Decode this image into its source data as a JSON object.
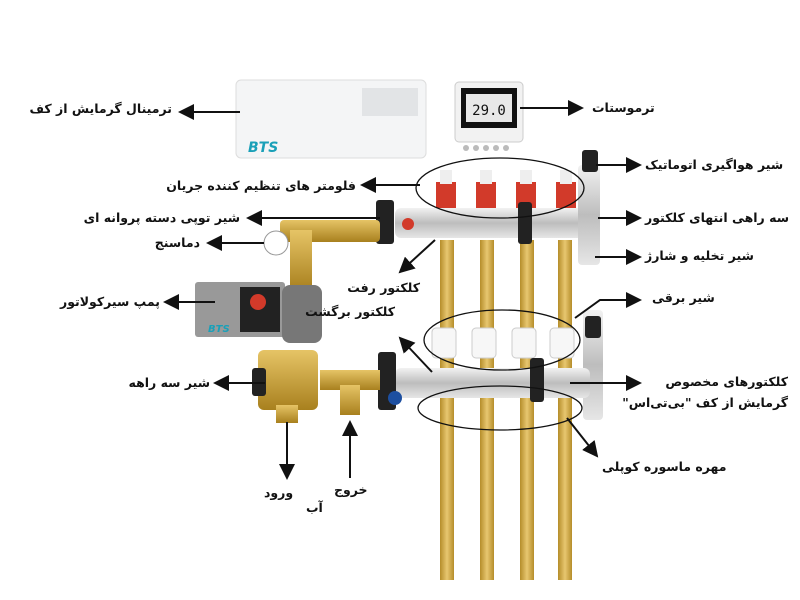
{
  "labels": {
    "terminal": "ترمینال گرمایش از کف",
    "thermostat": "ترموستات",
    "flowmeters": "فلومتر های تنظیم کننده جریان",
    "ball_valve": "شیر توپی دسته پروانه ای",
    "thermometer": "دماسنج",
    "pump": "پمپ سیرکولاتور",
    "three_way_valve": "شیر سه راهه",
    "supply_collector": "کلکتور رفت",
    "return_collector": "کلکتور برگشت",
    "air_vent": "شیر هواگیری اتوماتیک",
    "end_tee": "سه راهی انتهای کلکتور",
    "drain_valve": "شیر تخلیه و شارژ",
    "electric_valve": "شیر برقی",
    "collectors_line1": "کلکتورهای مخصوص",
    "collectors_line2": "گرمایش از کف \"بی‌تی‌اس\"",
    "coupling_nut": "مهره ماسوره کوپلی",
    "inlet": "ورود",
    "outlet": "خروج",
    "water": "آب"
  },
  "device": {
    "brand": "BTS",
    "thermostat_display": "29.0"
  },
  "colors": {
    "brass": "#c9a13a",
    "chrome": "#d8d8d8",
    "pipe": "#d8b04a",
    "red": "#d23a2a",
    "brand": "#1aa0b8"
  }
}
